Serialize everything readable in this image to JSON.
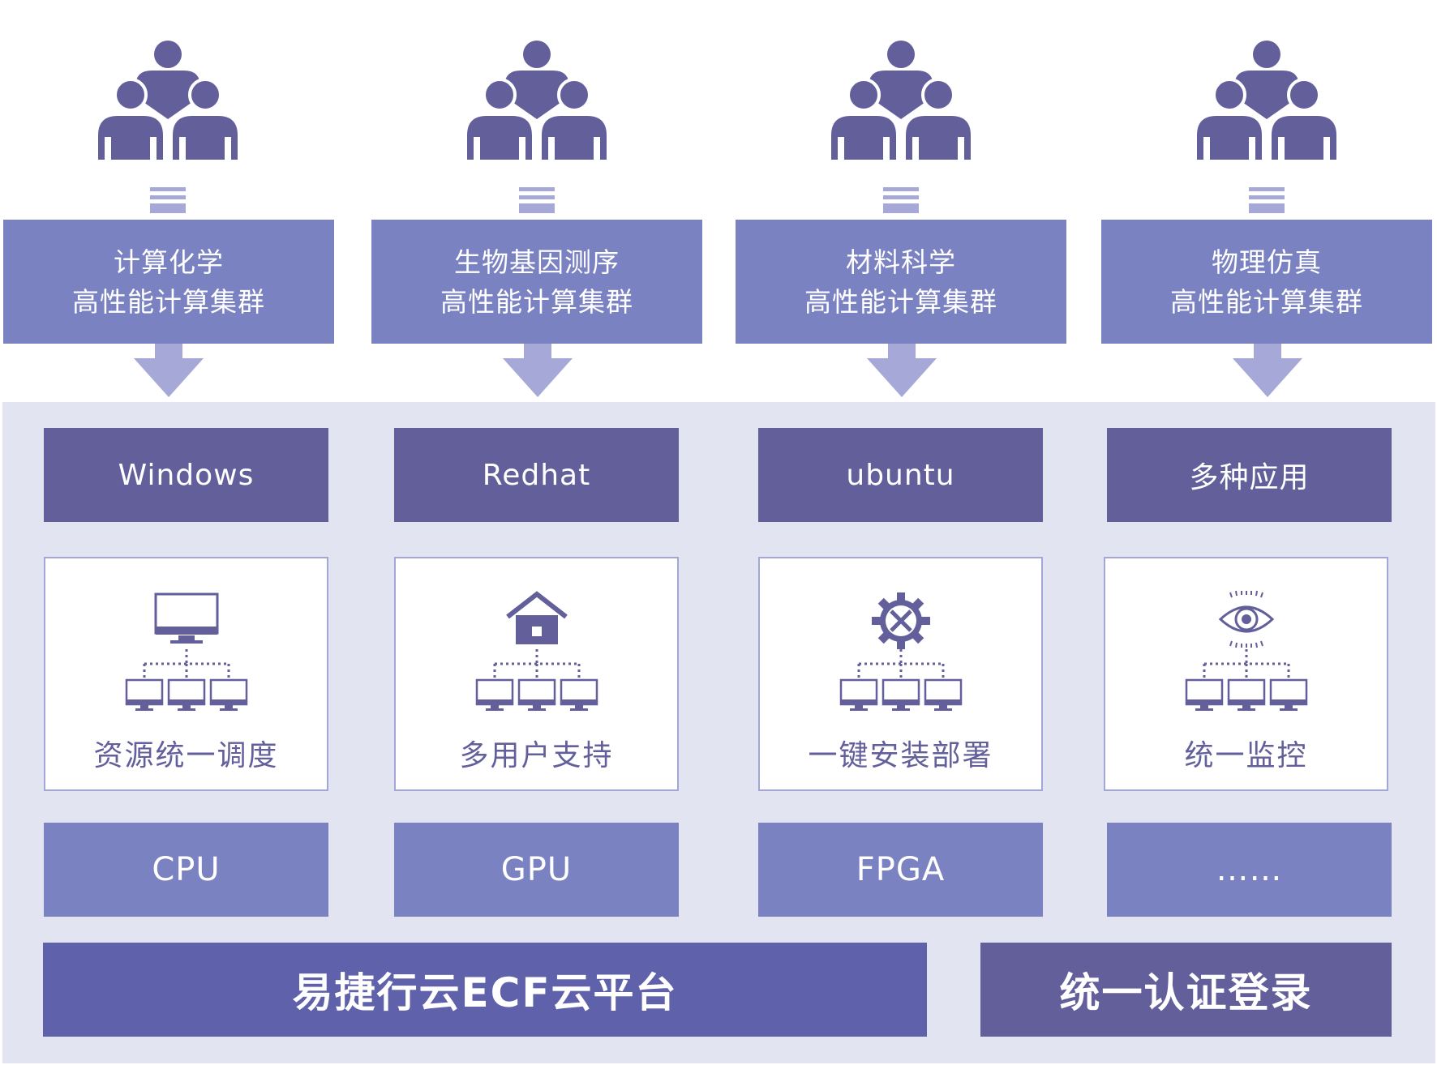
{
  "clusters": [
    {
      "line1": "计算化学",
      "line2": "高性能计算集群"
    },
    {
      "line1": "生物基因测序",
      "line2": "高性能计算集群"
    },
    {
      "line1": "材料科学",
      "line2": "高性能计算集群"
    },
    {
      "line1": "物理仿真",
      "line2": "高性能计算集群"
    }
  ],
  "os": [
    "Windows",
    "Redhat",
    "ubuntu",
    "多种应用"
  ],
  "features": [
    {
      "label": "资源统一调度",
      "icon": "monitor-network-icon"
    },
    {
      "label": "多用户支持",
      "icon": "house-network-icon"
    },
    {
      "label": "一键安装部署",
      "icon": "gear-tools-network-icon"
    },
    {
      "label": "统一监控",
      "icon": "eye-network-icon"
    }
  ],
  "hardware": [
    "CPU",
    "GPU",
    "FPGA",
    "……"
  ],
  "platform": "易捷行云ECF云平台",
  "auth": "统一认证登录",
  "colors": {
    "dark": "#625f9b",
    "medium": "#7b82c2",
    "light": "#a6a9d8",
    "panel": "#e2e4f2",
    "platform": "#5f62aa"
  }
}
